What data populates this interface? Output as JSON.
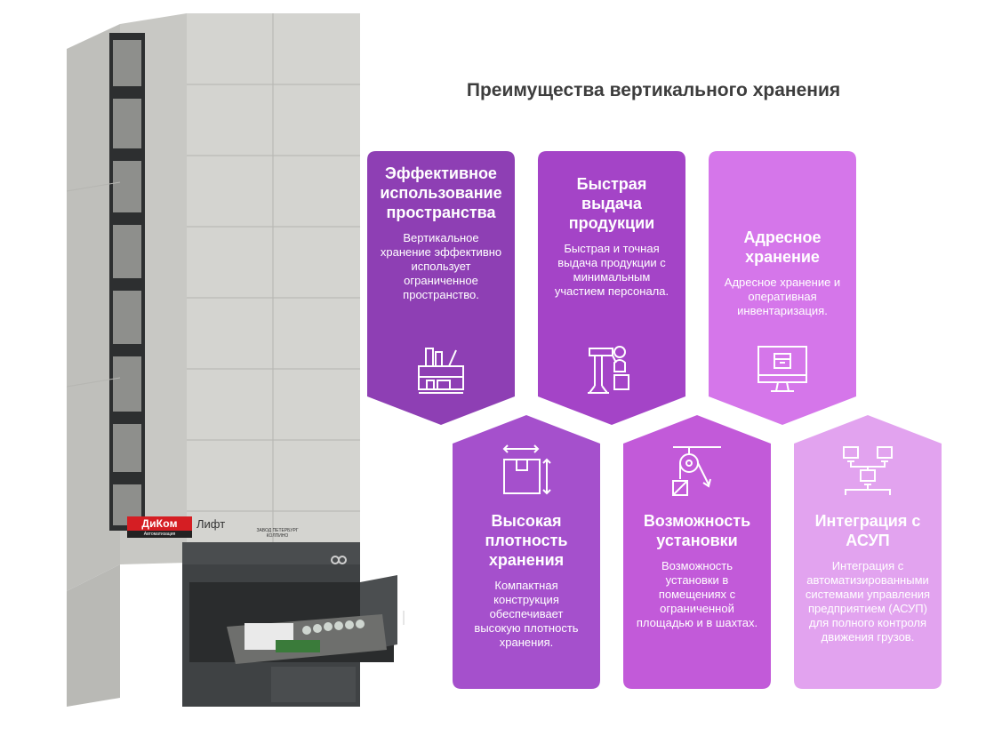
{
  "page": {
    "title": "Преимущества вертикального хранения"
  },
  "machine": {
    "logo_text": "ДиКом",
    "logo_subtext": "Автоматизация",
    "product_name": "Лифт",
    "plant_text": "Завод Петербург Колпино"
  },
  "colors": {
    "card1": "#8e3fb4",
    "card2": "#a444c7",
    "card3": "#d576ea",
    "card4": "#a550cc",
    "card5": "#c25ad9",
    "card6": "#e2a3ef",
    "cabinet": "#d2d2cf",
    "base": "#3f4244"
  },
  "cards": [
    {
      "title": "Эффективное использование пространства",
      "text": "Вертикальное хранение эффективно использует ограниченное пространство.",
      "icon": "shelves-icon"
    },
    {
      "title": "Быстрая выдача продукции",
      "text": "Быстрая и точная выдача продукции с минимальным участием персонала.",
      "icon": "robot-arm-icon"
    },
    {
      "title": "Адресное хранение",
      "text": "Адресное хранение и оперативная инвентаризация.",
      "icon": "monitor-box-icon"
    },
    {
      "title": "Высокая плотность хранения",
      "text": "Компактная конструкция обеспечивает высокую плотность хранения.",
      "icon": "box-dimensions-icon"
    },
    {
      "title": "Возможность установки",
      "text": "Возможность установки в помещениях с ограниченной площадью и в шахтах.",
      "icon": "pulley-icon"
    },
    {
      "title": "Интеграция с АСУП",
      "text": "Интеграция с автоматизированными системами управления предприятием (АСУП) для полного контроля движения грузов.",
      "icon": "network-icon"
    }
  ]
}
